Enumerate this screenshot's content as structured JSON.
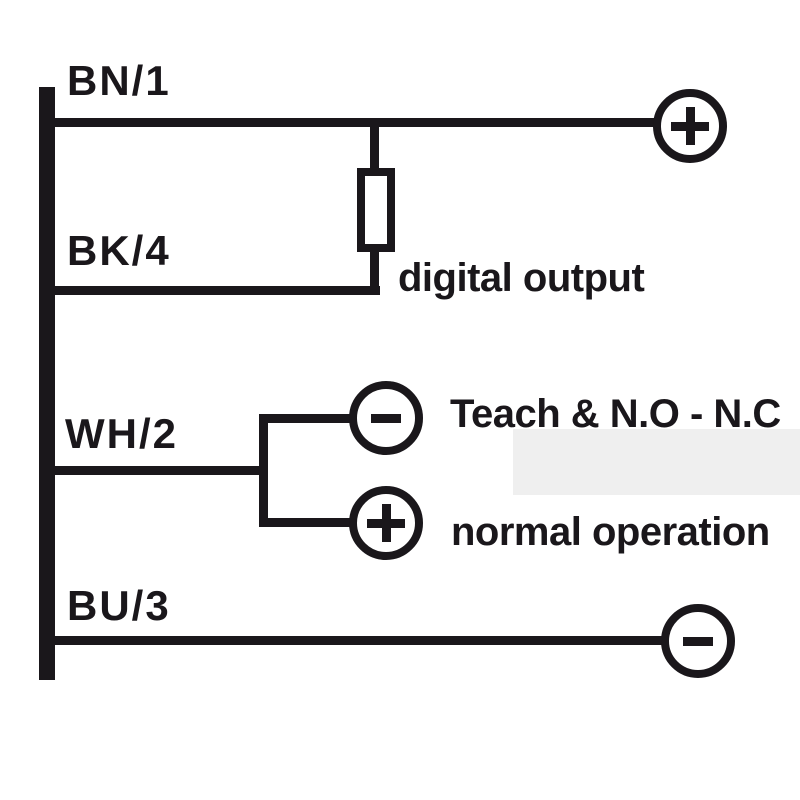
{
  "colors": {
    "line": "#1a171b",
    "background": "#ffffff",
    "highlight_box": "#efefef"
  },
  "wires": [
    {
      "label": "BN/1",
      "terminal_symbol": "+"
    },
    {
      "label": "BK/4",
      "annotation": "digital output"
    },
    {
      "label": "WH/2"
    },
    {
      "label": "BU/3",
      "terminal_symbol": "-"
    }
  ],
  "wh2_modes": [
    {
      "terminal_symbol": "-",
      "annotation": "Teach & N.O - N.C"
    },
    {
      "terminal_symbol": "+",
      "annotation": "normal operation"
    }
  ]
}
